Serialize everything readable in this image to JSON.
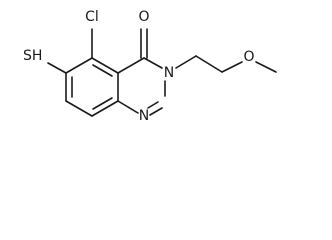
{
  "molecule": {
    "atoms": {
      "chlorine": "Cl",
      "thiol": "SH",
      "carbonyl_oxygen": "O",
      "ring_nitrogen_3": "N",
      "ring_nitrogen_1": "N",
      "ether_oxygen": "O"
    }
  }
}
